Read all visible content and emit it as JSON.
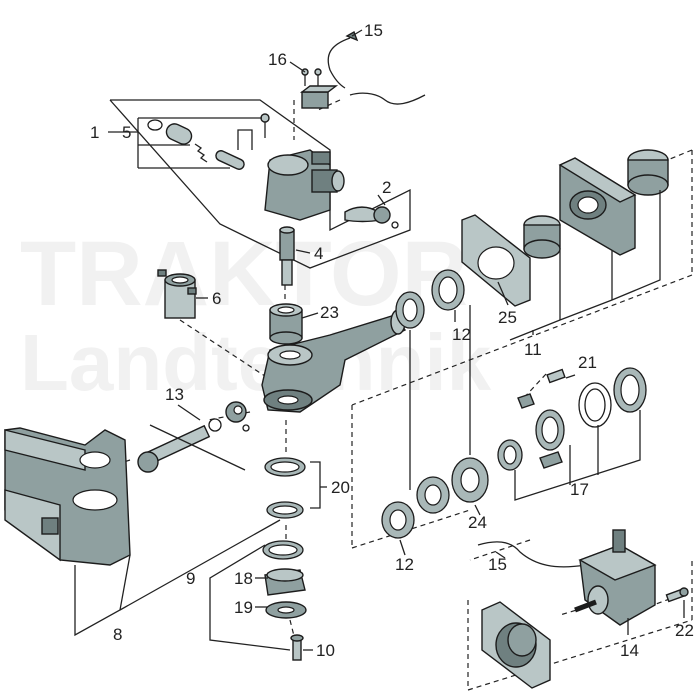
{
  "watermark": {
    "line1": "TRAKTOR",
    "line2": "Landtechnik"
  },
  "labels": {
    "l1": "1",
    "l2": "2",
    "l4": "4",
    "l5": "5",
    "l6": "6",
    "l8": "8",
    "l9": "9",
    "l10": "10",
    "l11": "11",
    "l12a": "12",
    "l12b": "12",
    "l13": "13",
    "l14": "14",
    "l15a": "15",
    "l15b": "15",
    "l16": "16",
    "l17": "17",
    "l18": "18",
    "l19": "19",
    "l20": "20",
    "l21": "21",
    "l22": "22",
    "l23": "23",
    "l24": "24",
    "l25": "25"
  },
  "colors": {
    "part": "#8fa0a0",
    "line": "#222222",
    "background": "#ffffff"
  }
}
